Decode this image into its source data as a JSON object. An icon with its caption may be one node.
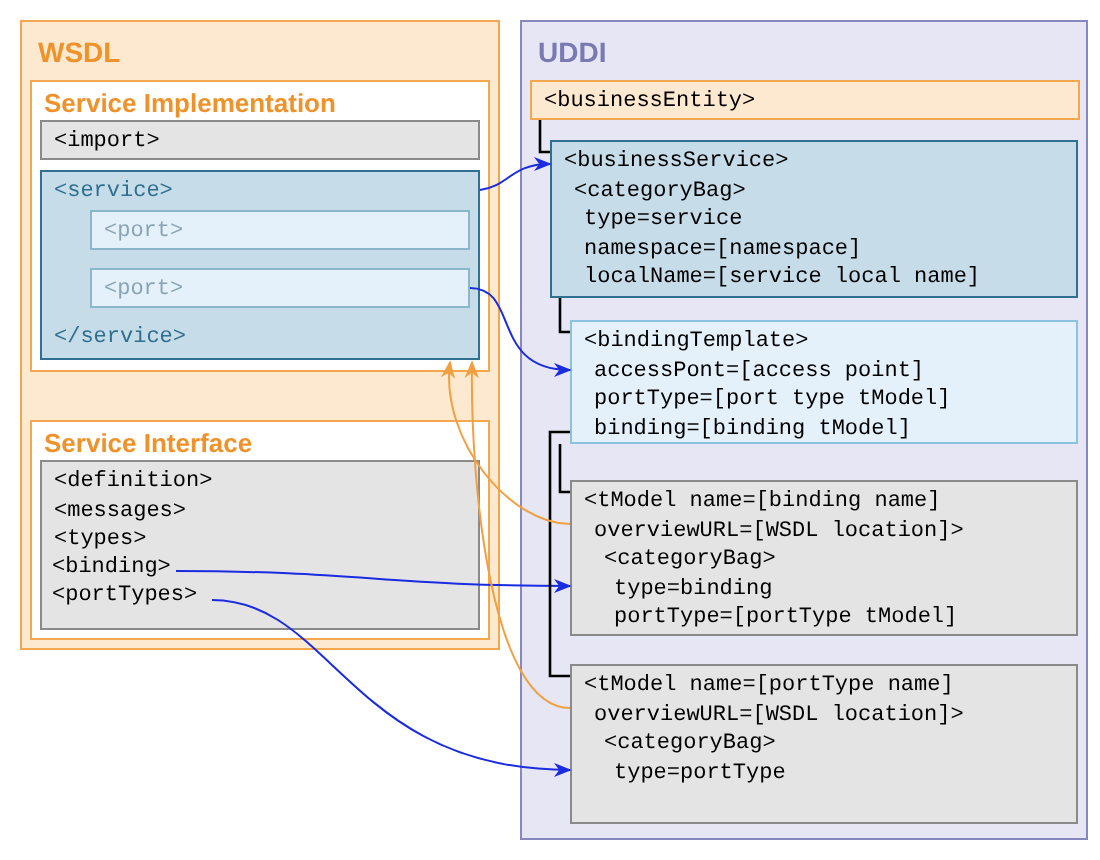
{
  "diagram": {
    "nodes": [
      {
        "text": [
          "WSDL"
        ]
      },
      {
        "text": [
          "Service Implementation"
        ],
        "in": 0
      },
      {
        "text": [
          "<import>"
        ],
        "in": 1
      },
      {
        "text": [
          "<service>",
          "</service>"
        ],
        "in": 1
      },
      {
        "text": [
          "<port>"
        ],
        "in": 3
      },
      {
        "text": [
          "<port>"
        ],
        "in": 3
      },
      {
        "text": [
          "Service Interface"
        ],
        "in": 0
      },
      {
        "text": [
          "<definition>",
          "<messages>",
          "<types>"
        ],
        "in": 6
      },
      {
        "text": [
          "<binding>"
        ],
        "in": 7
      },
      {
        "text": [
          "<portTypes>"
        ],
        "in": 7
      },
      {
        "text": [
          "UDDI"
        ]
      },
      {
        "text": [
          "<businessEntity>"
        ],
        "in": 10
      },
      {
        "text": [
          "<businessService>",
          "<categoryBag>",
          "type=service",
          "namespace=[namespace]",
          "localName=[service local name]"
        ],
        "in": 10
      },
      {
        "text": [
          "<bindingTemplate>",
          "accessPont=[access point]",
          "portType=[port type tModel]",
          "binding=[binding tModel]"
        ],
        "in": 10
      },
      {
        "text": [
          "<tModel name=[binding name]",
          "overviewURL=[WSDL location]>",
          "<categoryBag>",
          "type=binding",
          "portType=[portType tModel]"
        ],
        "in": 10
      },
      {
        "text": [
          "<tModel name=[portType name]",
          "overviewURL=[WSDL location]>",
          "<categoryBag>",
          "type=portType"
        ],
        "in": 10
      }
    ],
    "edges": [
      {
        "from": 3,
        "to": 12,
        "arrow": "to"
      },
      {
        "from": 5,
        "to": 13,
        "arrow": "to"
      },
      {
        "from": 8,
        "to": 14,
        "arrow": "to"
      },
      {
        "from": 9,
        "to": 15,
        "arrow": "to"
      },
      {
        "from": 11,
        "to": 12,
        "arrow": "none",
        "color": "#000000"
      },
      {
        "from": 12,
        "to": 13,
        "arrow": "none",
        "color": "#000000"
      },
      {
        "from": 13,
        "to": 14,
        "arrow": "none",
        "color": "#000000"
      },
      {
        "from": 13,
        "to": 15,
        "arrow": "none",
        "color": "#000000"
      },
      {
        "from": 14,
        "to": 3,
        "arrow": "to",
        "color": "#f0a040"
      },
      {
        "from": 15,
        "to": 3,
        "arrow": "to",
        "color": "#f0a040"
      }
    ]
  }
}
